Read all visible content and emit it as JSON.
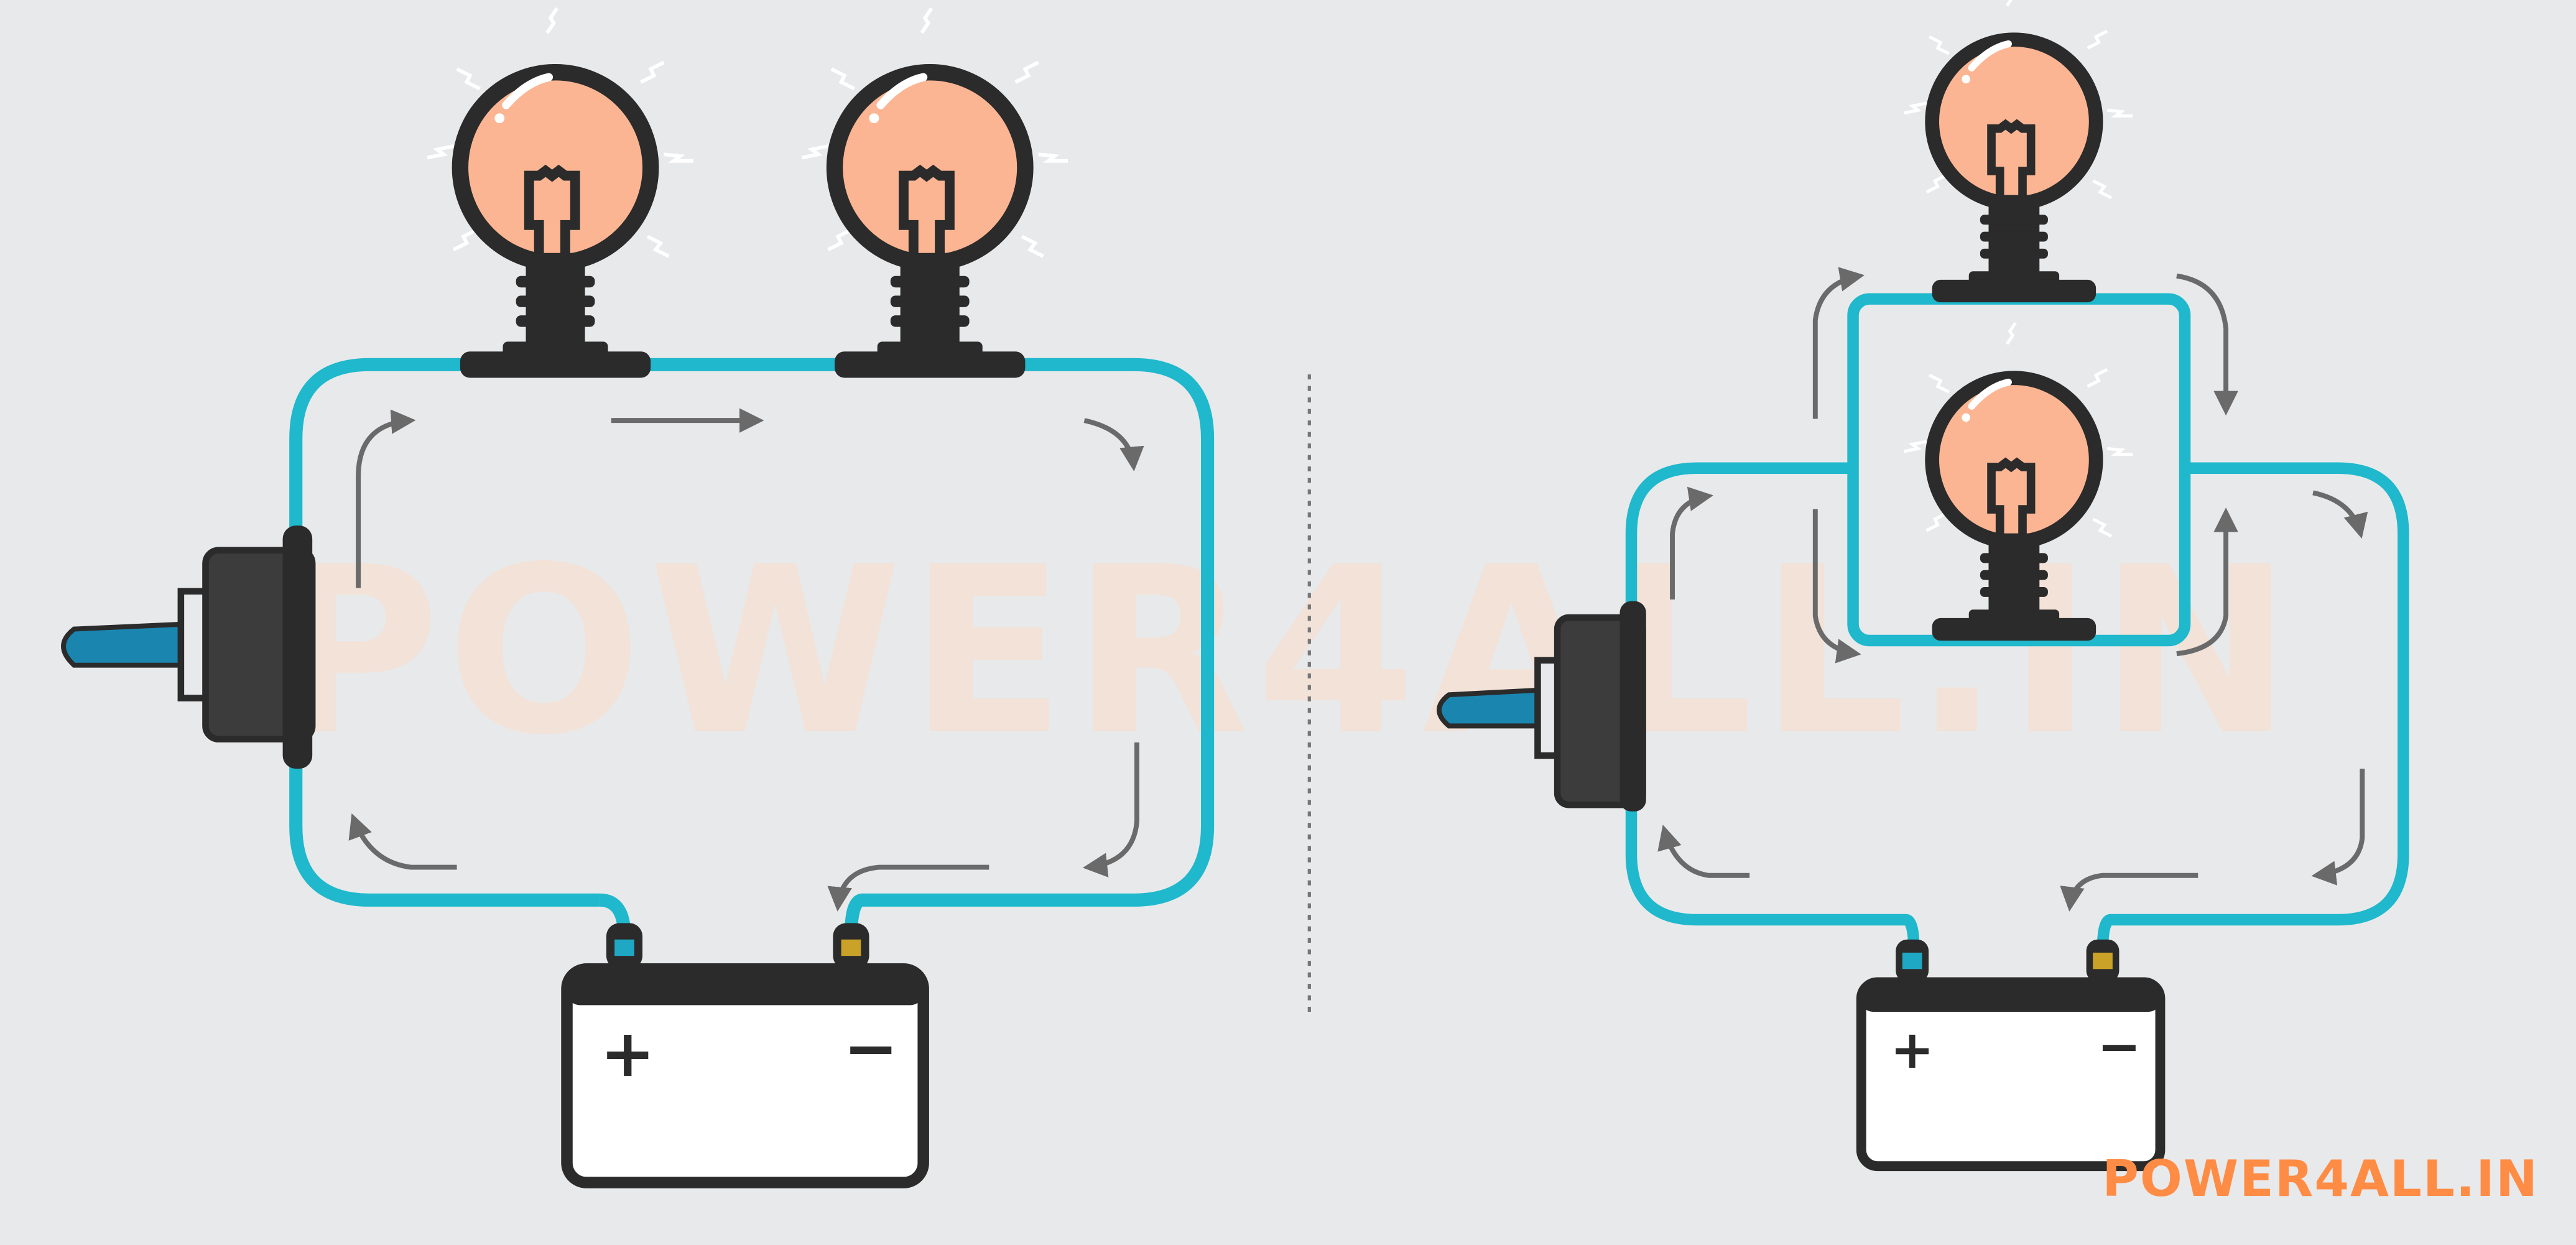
{
  "watermark": "POWER4ALL.IN",
  "logo": "POWER4ALL.IN",
  "battery": {
    "positive": "+",
    "negative": "−"
  },
  "colors": {
    "background": "#e8e9eb",
    "wire": "#1fb8cc",
    "bulb_glass": "#fcb593",
    "bulb_base": "#2b2b2b",
    "arrow": "#6a6a6a",
    "positive_terminal": "#1fa8c4",
    "negative_terminal": "#c9a227",
    "logo": "#ff8c45",
    "watermark": "#f2e2d8"
  },
  "circuits": [
    {
      "name": "series-circuit",
      "bulbs": 2
    },
    {
      "name": "parallel-circuit",
      "bulbs": 2
    }
  ]
}
